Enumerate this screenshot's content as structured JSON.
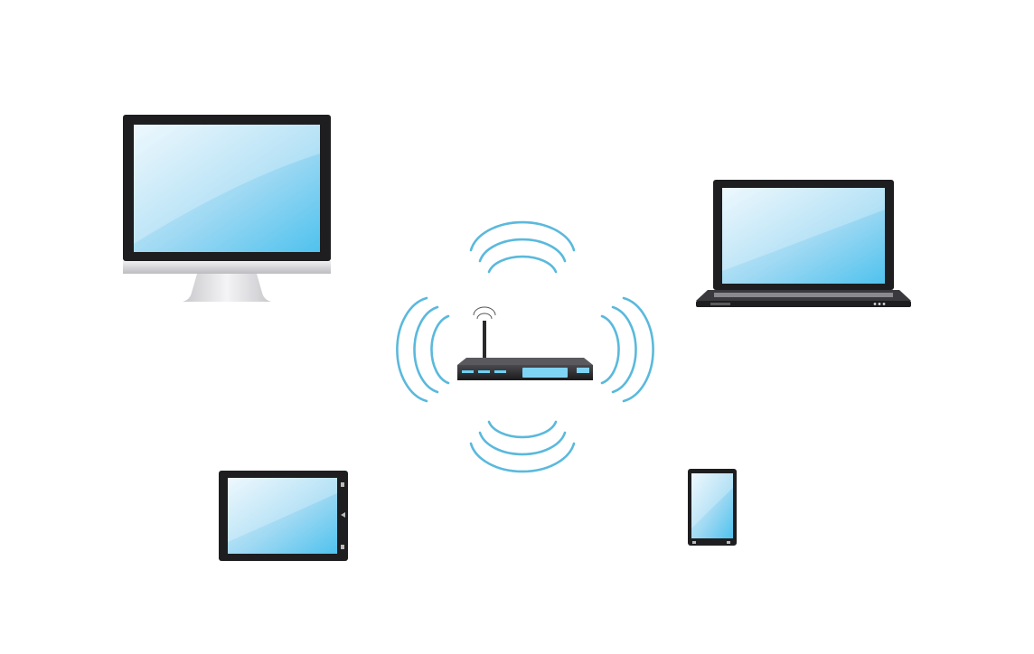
{
  "diagram": {
    "hub": {
      "type": "wireless-router",
      "icon": "router-icon"
    },
    "signal_icon": "wifi-wave-icon",
    "devices": [
      {
        "type": "desktop-monitor",
        "icon": "desktop-monitor-icon"
      },
      {
        "type": "laptop",
        "icon": "laptop-icon"
      },
      {
        "type": "tablet",
        "icon": "tablet-icon"
      },
      {
        "type": "smartphone",
        "icon": "smartphone-icon"
      }
    ]
  },
  "colors": {
    "background": "#ffffff",
    "screen_light": "#dff1fb",
    "screen_dark": "#5cc6ee",
    "bezel": "#1e1e20",
    "signal": "#5ab9dc",
    "silver": "#d4d4d6"
  }
}
